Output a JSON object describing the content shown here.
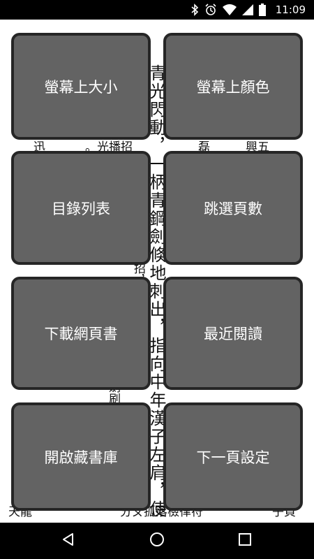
{
  "status_bar": {
    "time": "11:09",
    "icons": [
      "bluetooth-icon",
      "alarm-icon",
      "wifi-icon",
      "signal-icon",
      "battery-icon"
    ]
  },
  "reader_text": {
    "main_column": "青光閃動，一柄青鋼劍倏地刺出，指向中年漢子左肩，使",
    "fragments": {
      "row_a_1": "迅",
      "row_a_2": "。光播招",
      "row_a_3": "磊",
      "row_a_4": "興五",
      "mid_1": "，招，；",
      "mid_2": "，劍刷漢",
      "bottom_left": "天龍",
      "bottom_mid": "分ㄆ孤落檢律符",
      "bottom_right": "子頁"
    }
  },
  "menu": {
    "items": [
      {
        "label": "螢幕上大小"
      },
      {
        "label": "螢幕上顏色"
      },
      {
        "label": "目錄列表"
      },
      {
        "label": "跳選頁數"
      },
      {
        "label": "下載網頁書"
      },
      {
        "label": "最近閱讀"
      },
      {
        "label": "開啟藏書庫"
      },
      {
        "label": "下一頁設定"
      }
    ]
  },
  "nav_bar": {
    "buttons": [
      "back-icon",
      "home-icon",
      "recents-icon"
    ]
  },
  "colors": {
    "tile_fill": "#636363",
    "tile_border": "#262626",
    "bars": "#000000"
  }
}
